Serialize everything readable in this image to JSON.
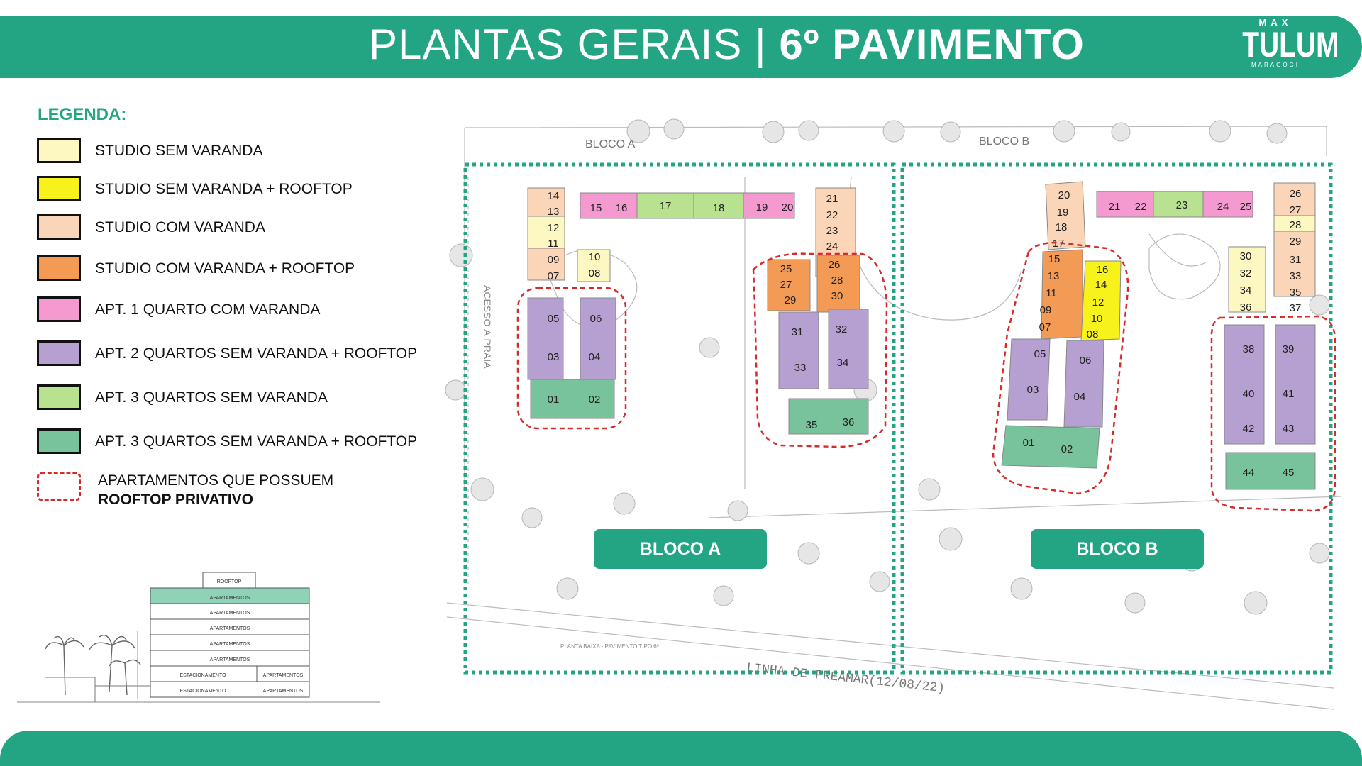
{
  "header": {
    "title_light": "PLANTAS GERAIS | ",
    "title_bold": "6º PAVIMENTO",
    "logo_top": "MAX",
    "logo_main": "TULUM",
    "logo_sub": "MARAGOGI"
  },
  "legend": {
    "title": "LEGENDA:",
    "items": [
      {
        "label": "STUDIO SEM VARANDA",
        "color": "#fdf8c2"
      },
      {
        "label": "STUDIO SEM VARANDA + ROOFTOP",
        "color": "#f7f21c"
      },
      {
        "label": "STUDIO COM VARANDA",
        "color": "#fad5b8"
      },
      {
        "label": "STUDIO COM VARANDA + ROOFTOP",
        "color": "#f39b55"
      },
      {
        "label": "APT.  1 QUARTO COM VARANDA",
        "color": "#f59ad0"
      },
      {
        "label": "APT.  2 QUARTOS SEM VARANDA + ROOFTOP",
        "color": "#b6a0d2"
      },
      {
        "label": "APT.  3 QUARTOS SEM VARANDA",
        "color": "#b8e28f"
      },
      {
        "label": "APT.  3 QUARTOS SEM VARANDA + ROOFTOP",
        "color": "#79c39c"
      }
    ],
    "rooftop_note_line1": "APARTAMENTOS QUE POSSUEM",
    "rooftop_note_line2": "ROOFTOP PRIVATIVO"
  },
  "section": {
    "rooftop": "ROOFTOP",
    "floors": [
      "APARTAMENTOS",
      "APARTAMENTOS",
      "APARTAMENTOS",
      "APARTAMENTOS",
      "APARTAMENTOS"
    ],
    "parking": [
      "ESTACIONAMENTO",
      "ESTACIONAMENTO"
    ],
    "parking_apts": [
      "APARTAMENTOS",
      "APARTAMENTOS"
    ]
  },
  "plan": {
    "bloco_a_label": "BLOCO A",
    "bloco_b_label": "BLOCO B",
    "bloco_a_plan_label": "BLOCO A",
    "bloco_b_plan_label": "BLOCO B",
    "acesso_praia": "ACESSO À PRAIA",
    "linha_preamar": "LINHA DE PREAMAR(12/08/22)",
    "planta_baixa": "PLANTA BAIXA - PAVIMENTO TIPO 6º",
    "units": {
      "a_top": [
        "15",
        "16",
        "17",
        "18",
        "19",
        "20"
      ],
      "a_left_col": [
        "14",
        "13",
        "12",
        "11",
        "09",
        "07"
      ],
      "a_left_inner": [
        "10",
        "08"
      ],
      "a_left_apts": [
        "05",
        "06",
        "03",
        "04",
        "01",
        "02"
      ],
      "a_right_col": [
        "21",
        "22",
        "23",
        "24"
      ],
      "a_right_rooftop": [
        "25",
        "27",
        "29",
        "26",
        "28",
        "30"
      ],
      "a_right_apts": [
        "31",
        "32",
        "33",
        "34",
        "35",
        "36"
      ],
      "b_top": [
        "21",
        "22",
        "23",
        "24",
        "25"
      ],
      "b_left_col": [
        "20",
        "19",
        "18",
        "17"
      ],
      "b_left_orange": [
        "15",
        "13",
        "11",
        "09",
        "07"
      ],
      "b_left_yellow": [
        "16",
        "14",
        "12",
        "10",
        "08"
      ],
      "b_left_apts": [
        "05",
        "06",
        "03",
        "04",
        "01",
        "02"
      ],
      "b_right_col": [
        "26",
        "27",
        "28",
        "29",
        "31",
        "33",
        "35",
        "37"
      ],
      "b_right_inner": [
        "30",
        "32",
        "34",
        "36"
      ],
      "b_right_apts": [
        "38",
        "39",
        "40",
        "41",
        "42",
        "43",
        "44",
        "45"
      ]
    }
  },
  "colors": {
    "brand_green": "#23a584",
    "rooftop_dash": "#d42b2b"
  }
}
